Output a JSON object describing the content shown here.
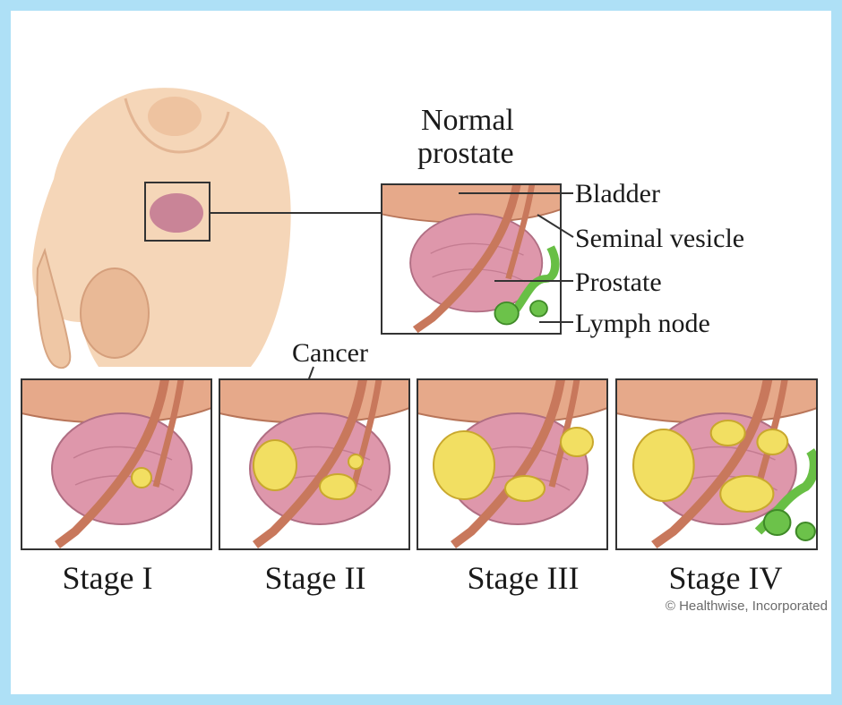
{
  "title": [
    "Normal",
    "prostate"
  ],
  "labels": {
    "bladder": "Bladder",
    "seminal_vesicle": "Seminal vesicle",
    "prostate": "Prostate",
    "lymph_node": "Lymph node",
    "cancer": "Cancer"
  },
  "stages": [
    {
      "label": "Stage I"
    },
    {
      "label": "Stage II"
    },
    {
      "label": "Stage III"
    },
    {
      "label": "Stage IV"
    }
  ],
  "credit": "© Healthwise, Incorporated",
  "colors": {
    "frame": "#aee0f6",
    "skin": "#f3d2b4",
    "prostate": "#dc93a8",
    "tumor": "#f2df62",
    "lymph": "#6cc24a",
    "urethra": "#c97a5e"
  }
}
